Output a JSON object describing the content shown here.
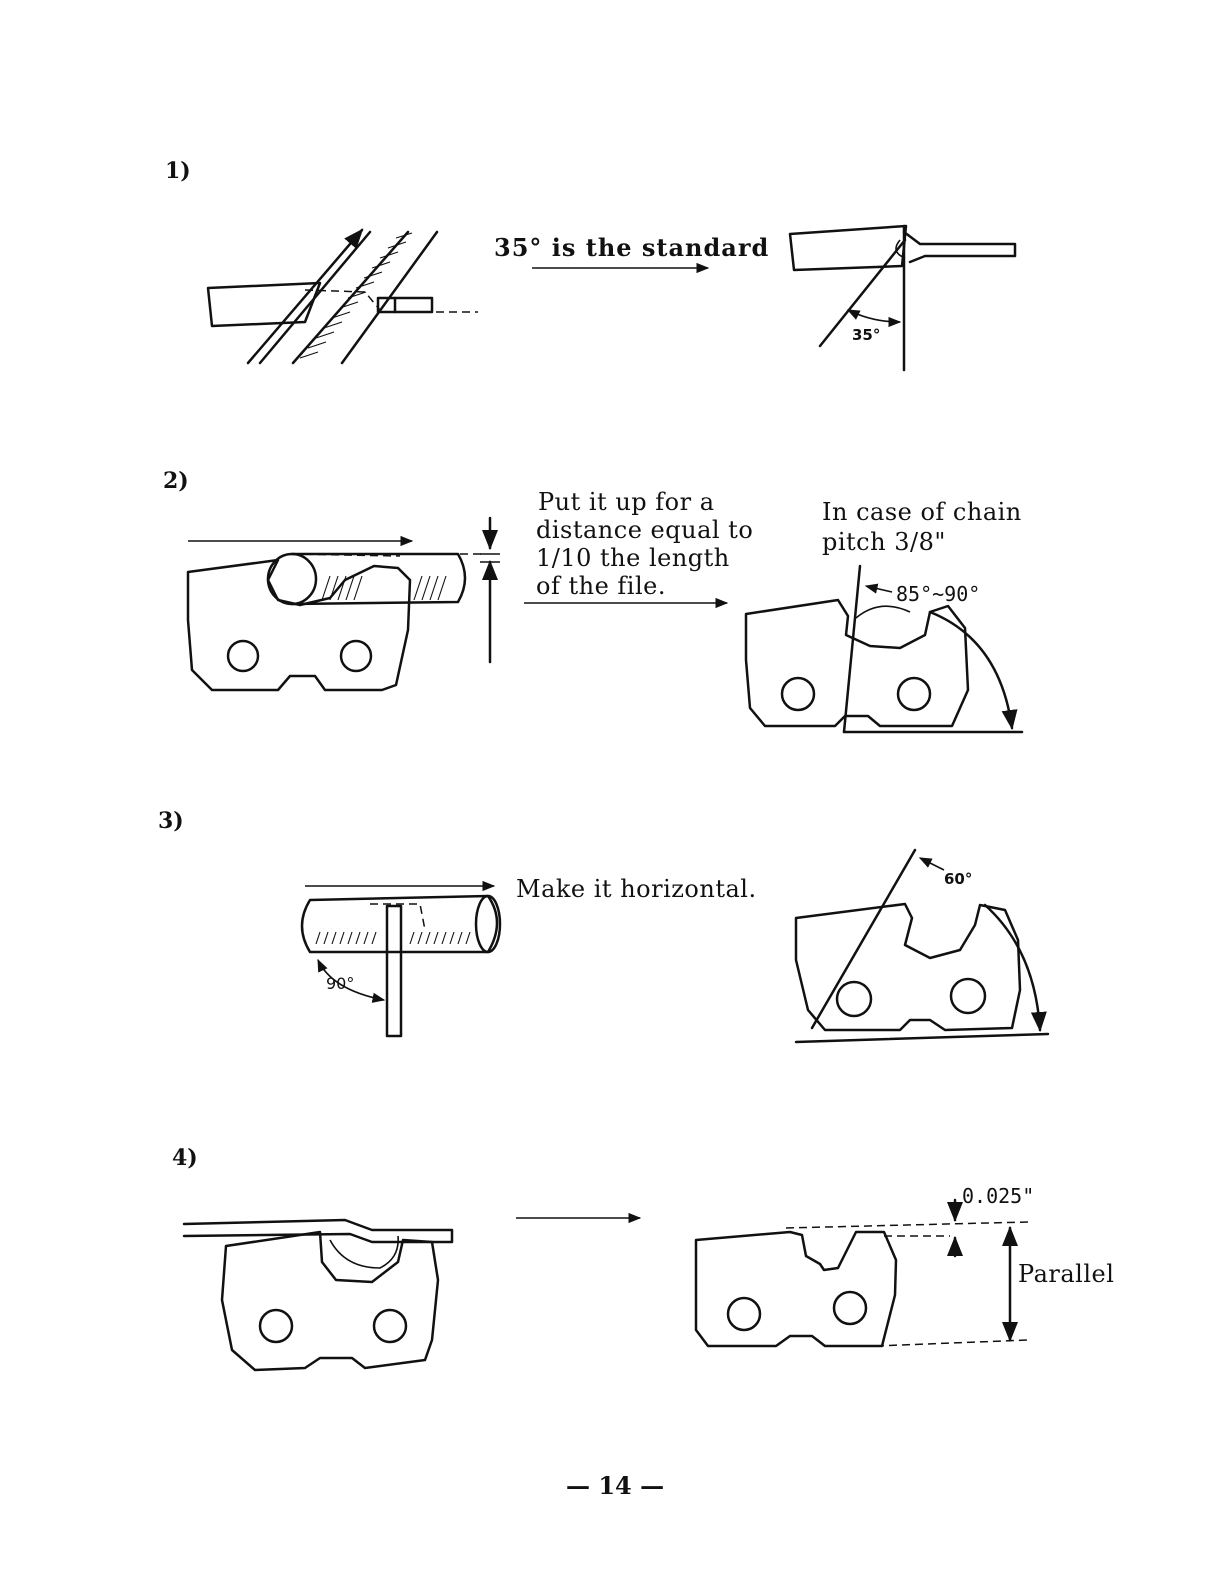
{
  "steps": [
    {
      "number": "1)",
      "caption": "35° is the standard",
      "angle_label": "35°"
    },
    {
      "number": "2)",
      "caption_lines": [
        "Put it up for a",
        "distance equal to",
        "1/10 the length",
        "of the file."
      ],
      "note_line1": "In case of chain",
      "note_line2": "pitch 3/8\"",
      "angle_label": "85°~90°"
    },
    {
      "number": "3)",
      "caption": "Make it horizontal.",
      "angle_left": "90°",
      "angle_right": "60°"
    },
    {
      "number": "4)",
      "dimension": "0.025\"",
      "parallel_label": "Parallel"
    }
  ],
  "page_number": "— 14 —"
}
